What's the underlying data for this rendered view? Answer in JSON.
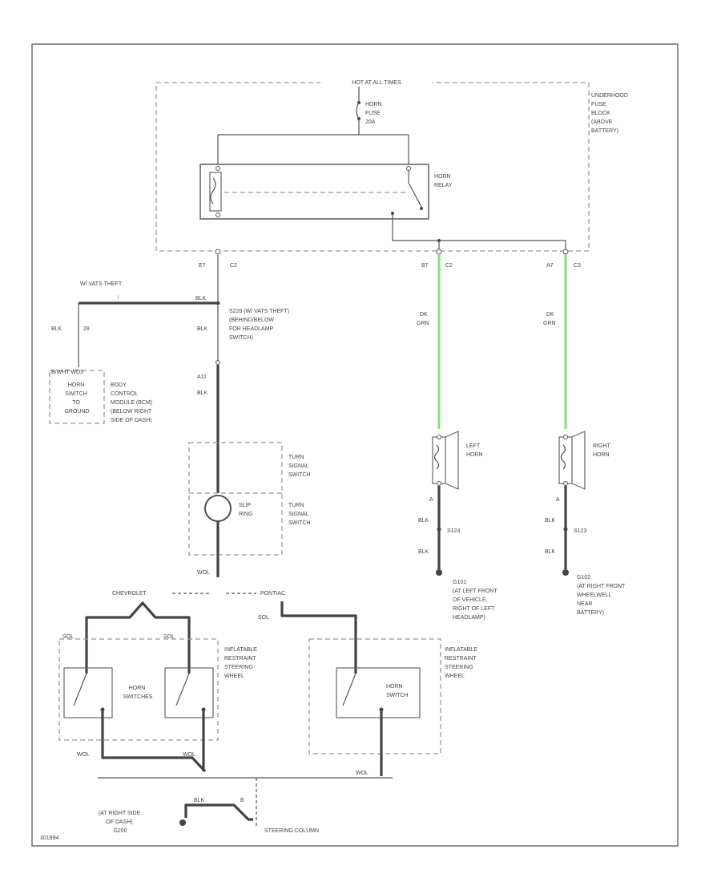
{
  "fuse_block": {
    "feed_label": "HOT AT ALL TIMES",
    "name_lines": [
      "UNDERHOOD",
      "FUSE",
      "BLOCK",
      "(ABOVE",
      "BATTERY)"
    ],
    "fuse_lines": [
      "HORN",
      "FUSE",
      "20A"
    ],
    "relay_lines": [
      "HORN",
      "RELAY"
    ]
  },
  "connectors": {
    "c2_left": [
      "E7",
      "C2"
    ],
    "c2_mid": [
      "B7",
      "C2"
    ],
    "c3_right": [
      "A7",
      "C3"
    ]
  },
  "body_control": {
    "circuit_label": "W/ VATS THEFT",
    "blk_top": "BLK",
    "blk_side": "BLK",
    "pin": "28",
    "module_pins": "B/WHT  WD3",
    "switch_lines": [
      "HORN",
      "SWITCH",
      "TO",
      "GROUND"
    ],
    "module_lines": [
      "BODY",
      "CONTROL",
      "MODULE (BCM)",
      "(BELOW RIGHT",
      "SIDE OF DASH)"
    ]
  },
  "splice": {
    "lines": [
      "S226 (W/ VATS THEFT)",
      "(BEHIND/BELOW",
      "FOR HEADLAMP",
      "SWITCH)"
    ],
    "blk_upper": "BLK",
    "connector": "A11",
    "blk_lower": "BLK"
  },
  "column": {
    "turn_signal_upper": [
      "TURN",
      "SIGNAL",
      "SWITCH"
    ],
    "slip_ring": [
      "SLIP",
      "RING"
    ],
    "turn_signal_lower": [
      "TURN",
      "SIGNAL",
      "SWITCH"
    ],
    "wire_label": "WOL"
  },
  "left_horn": {
    "connector": "B7",
    "wire_lines": [
      "DK",
      "GRN"
    ],
    "horn_lines": [
      "LEFT",
      "HORN"
    ],
    "pin": "A",
    "blk_upper": "BLK",
    "splice": "S124",
    "blk_lower": "BLK",
    "ground_lines": [
      "G101",
      "(AT LEFT FRONT",
      "OF VEHICLE,",
      "RIGHT OF LEFT",
      "HEADLAMP)"
    ]
  },
  "right_horn": {
    "connector": "A7",
    "wire_lines": [
      "DK",
      "GRN"
    ],
    "horn_lines": [
      "RIGHT",
      "HORN"
    ],
    "pin": "A",
    "blk_upper": "BLK",
    "splice": "S123",
    "blk_lower": "BLK",
    "ground_lines": [
      "G102",
      "(AT RIGHT FRONT",
      "WHEELWELL",
      "NEAR",
      "BATTERY)"
    ]
  },
  "steering": {
    "chevrolet": "CHEVROLET",
    "pontiac": "PONTIAC",
    "sol_left": "SOL",
    "sol_right": "SOL",
    "sol_pontiac": "SOL",
    "chevy_switches": [
      "HORN",
      "SWITCHES"
    ],
    "chevy_restraint": [
      "INFLATABLE",
      "RESTRAINT",
      "STEERING",
      "WHEEL"
    ],
    "pontiac_switch": [
      "HORN",
      "SWITCH"
    ],
    "pontiac_restraint": [
      "INFLATABLE",
      "RESTRAINT",
      "STEERING",
      "WHEEL"
    ],
    "wol_left": "WOL",
    "wol_mid": "WOL",
    "wol_right": "WOL",
    "ground_lines": [
      "(AT RIGHT SIDE",
      "OF DASH)",
      "G200"
    ],
    "ground_wire": "BLK",
    "ground_pin": "B",
    "column_label": "STEERING COLUMN"
  },
  "footer": {
    "diagram_id": "301994"
  }
}
